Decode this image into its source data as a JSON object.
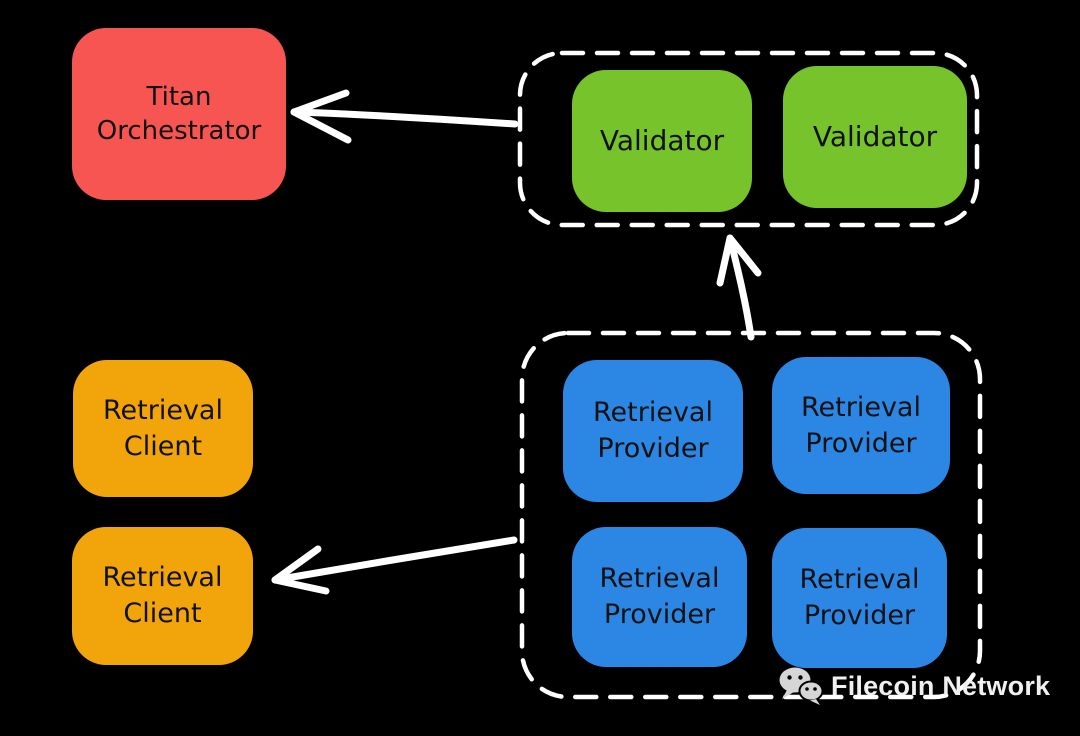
{
  "colors": {
    "background": "#000000",
    "red": "#f65552",
    "green": "#77c32c",
    "blue": "#2b87e3",
    "orange": "#f2a50a",
    "stroke": "#ffffff",
    "node_text": "#111111",
    "watermark_text": "#f0f0f0",
    "watermark_icon": "#d6d6d6"
  },
  "nodes": {
    "titan": {
      "line1": "Titan",
      "line2": "Orchestrator"
    },
    "validators": [
      {
        "label": "Validator"
      },
      {
        "label": "Validator"
      }
    ],
    "clients": [
      {
        "line1": "Retrieval",
        "line2": "Client"
      },
      {
        "line1": "Retrieval",
        "line2": "Client"
      }
    ],
    "providers": [
      {
        "line1": "Retrieval",
        "line2": "Provider"
      },
      {
        "line1": "Retrieval",
        "line2": "Provider"
      },
      {
        "line1": "Retrieval",
        "line2": "Provider"
      },
      {
        "line1": "Retrieval",
        "line2": "Provider"
      }
    ]
  },
  "arrows": [
    {
      "name": "validators-to-titan",
      "direction": "left"
    },
    {
      "name": "providers-to-validators",
      "direction": "up"
    },
    {
      "name": "providers-to-client",
      "direction": "left"
    }
  ],
  "watermark": {
    "icon": "wechat-icon",
    "label": "Filecoin Network"
  }
}
